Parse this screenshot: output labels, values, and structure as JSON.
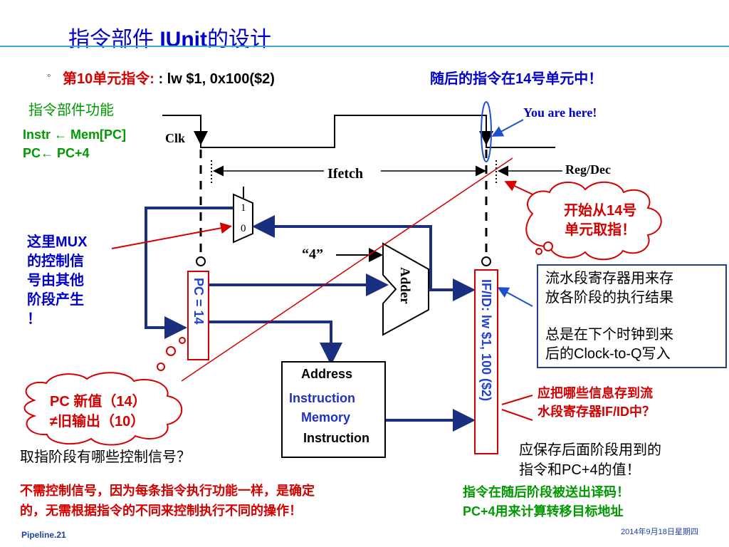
{
  "slide": {
    "title_cn_1": "指令部件 ",
    "title_en": "IUnit",
    "title_cn_2": "的设计",
    "bullet": "◦",
    "subtitle_red": "第10单元指令: ",
    "subtitle_black": ": lw  $1, 0x100($2)",
    "next_note": "随后的指令在14号单元中！",
    "iunit_func": "指令部件功能",
    "rtl_1": "Instr ← Mem[PC]",
    "rtl_2": "PC← PC+4",
    "you_are_here": "You are here!",
    "clk": "Clk",
    "ifetch": "Ifetch",
    "regdec": "Reg/Dec",
    "mux_1": "1",
    "mux_0": "0",
    "four": "“4”",
    "adder": "Adder",
    "pc_label": "PC = 14",
    "ifid_label": "IF/ID: lw $1, 100 ($2)",
    "mux_note": [
      "这里MUX",
      "的控制信",
      "号由其他",
      "阶段产生",
      "！"
    ],
    "start_14": [
      "开始从14号",
      "单元取指！"
    ],
    "pipeline_reg_1": [
      "流水段寄存器用来存",
      "放各阶段的执行结果"
    ],
    "pipeline_reg_2": [
      "总是在下个时钟到来",
      "后的Clock-to-Q写入"
    ],
    "store_question": [
      "应把哪些信息存到流",
      "水段寄存器IF/ID中？"
    ],
    "store_answer": [
      "应保存后面阶段用到的",
      "指令和PC+4的值！"
    ],
    "send_note": [
      "指令在随后阶段被送出译码！",
      "PC+4用来计算转移目标地址"
    ],
    "pc_cloud": [
      "PC 新值（14）",
      "≠旧输出（10）"
    ],
    "mem_address": "Address",
    "mem_name_1": "Instruction",
    "mem_name_2": "Memory",
    "mem_out": "Instruction",
    "question": "取指阶段有哪些控制信号？",
    "answer": [
      "不需控制信号，因为每条指令执行功能一样，是确定",
      "的，无需根据指令的不同来控制执行不同的操作！"
    ],
    "footer_left": "Pipeline.21",
    "footer_right": "2014年9月18日星期四"
  },
  "colors": {
    "title_blue": "#0000cc",
    "note_red": "#d40000",
    "note_green": "#009900",
    "wire_blue": "#1a2f80",
    "rule": "#3fa7d6"
  }
}
